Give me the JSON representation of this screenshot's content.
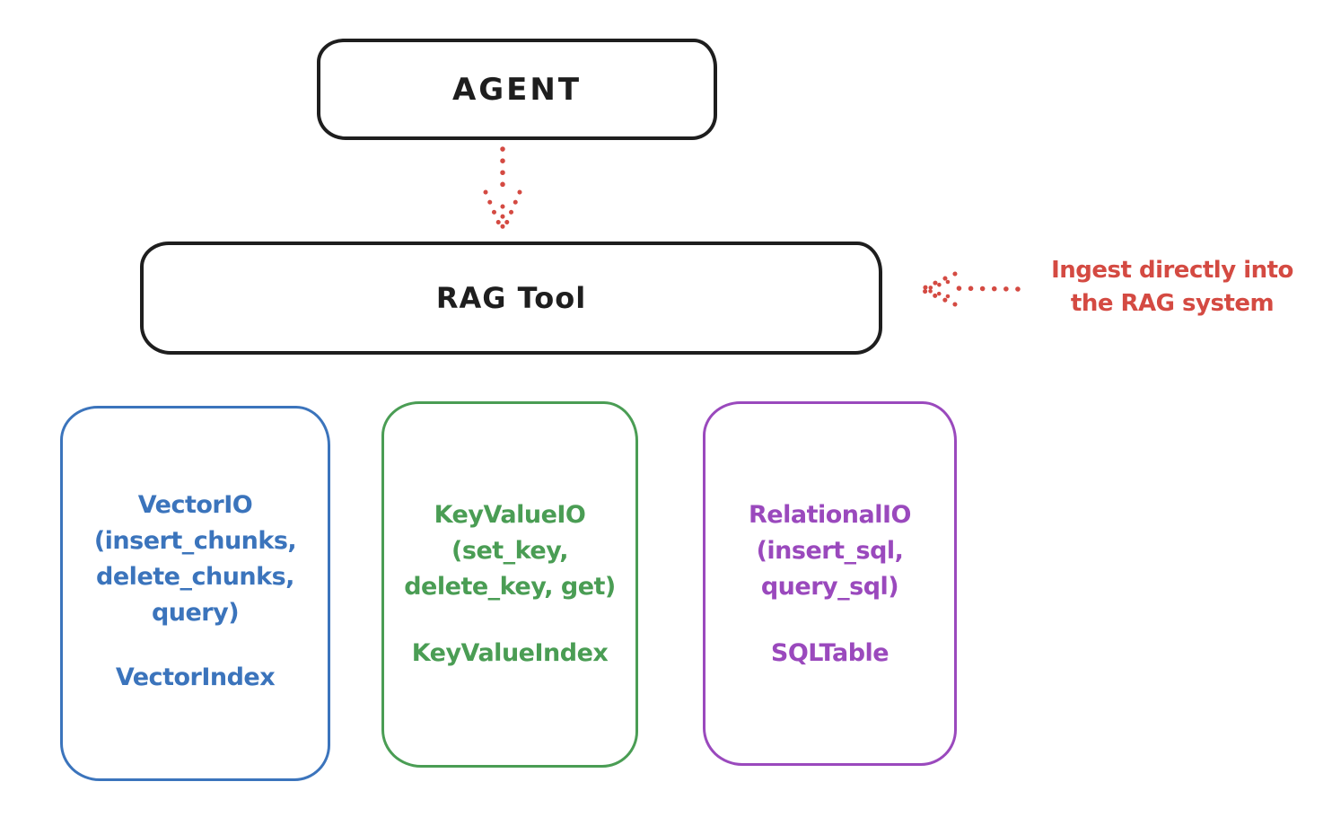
{
  "diagram": {
    "agent": {
      "label": "AGENT"
    },
    "rag_tool": {
      "label": "RAG Tool"
    },
    "annotation": {
      "line1": "Ingest directly into",
      "line2": "the RAG system"
    },
    "boxes": [
      {
        "name": "vector-io",
        "accent": "#3b74bc",
        "title_lines": [
          "VectorIO",
          "(insert_chunks,",
          "delete_chunks,",
          "query)"
        ],
        "index_label": "VectorIndex"
      },
      {
        "name": "keyvalue-io",
        "accent": "#4a9d54",
        "title_lines": [
          "KeyValueIO",
          "(set_key,",
          "delete_key, get)"
        ],
        "index_label": "KeyValueIndex"
      },
      {
        "name": "relational-io",
        "accent": "#9a49bd",
        "title_lines": [
          "RelationalIO",
          "(insert_sql,",
          "query_sql)"
        ],
        "index_label": "SQLTable"
      }
    ],
    "colors": {
      "ink": "#1e1e1e",
      "red": "#d44a42",
      "blue": "#3b74bc",
      "green": "#4a9d54",
      "purple": "#9a49bd",
      "background": "#ffffff"
    }
  }
}
